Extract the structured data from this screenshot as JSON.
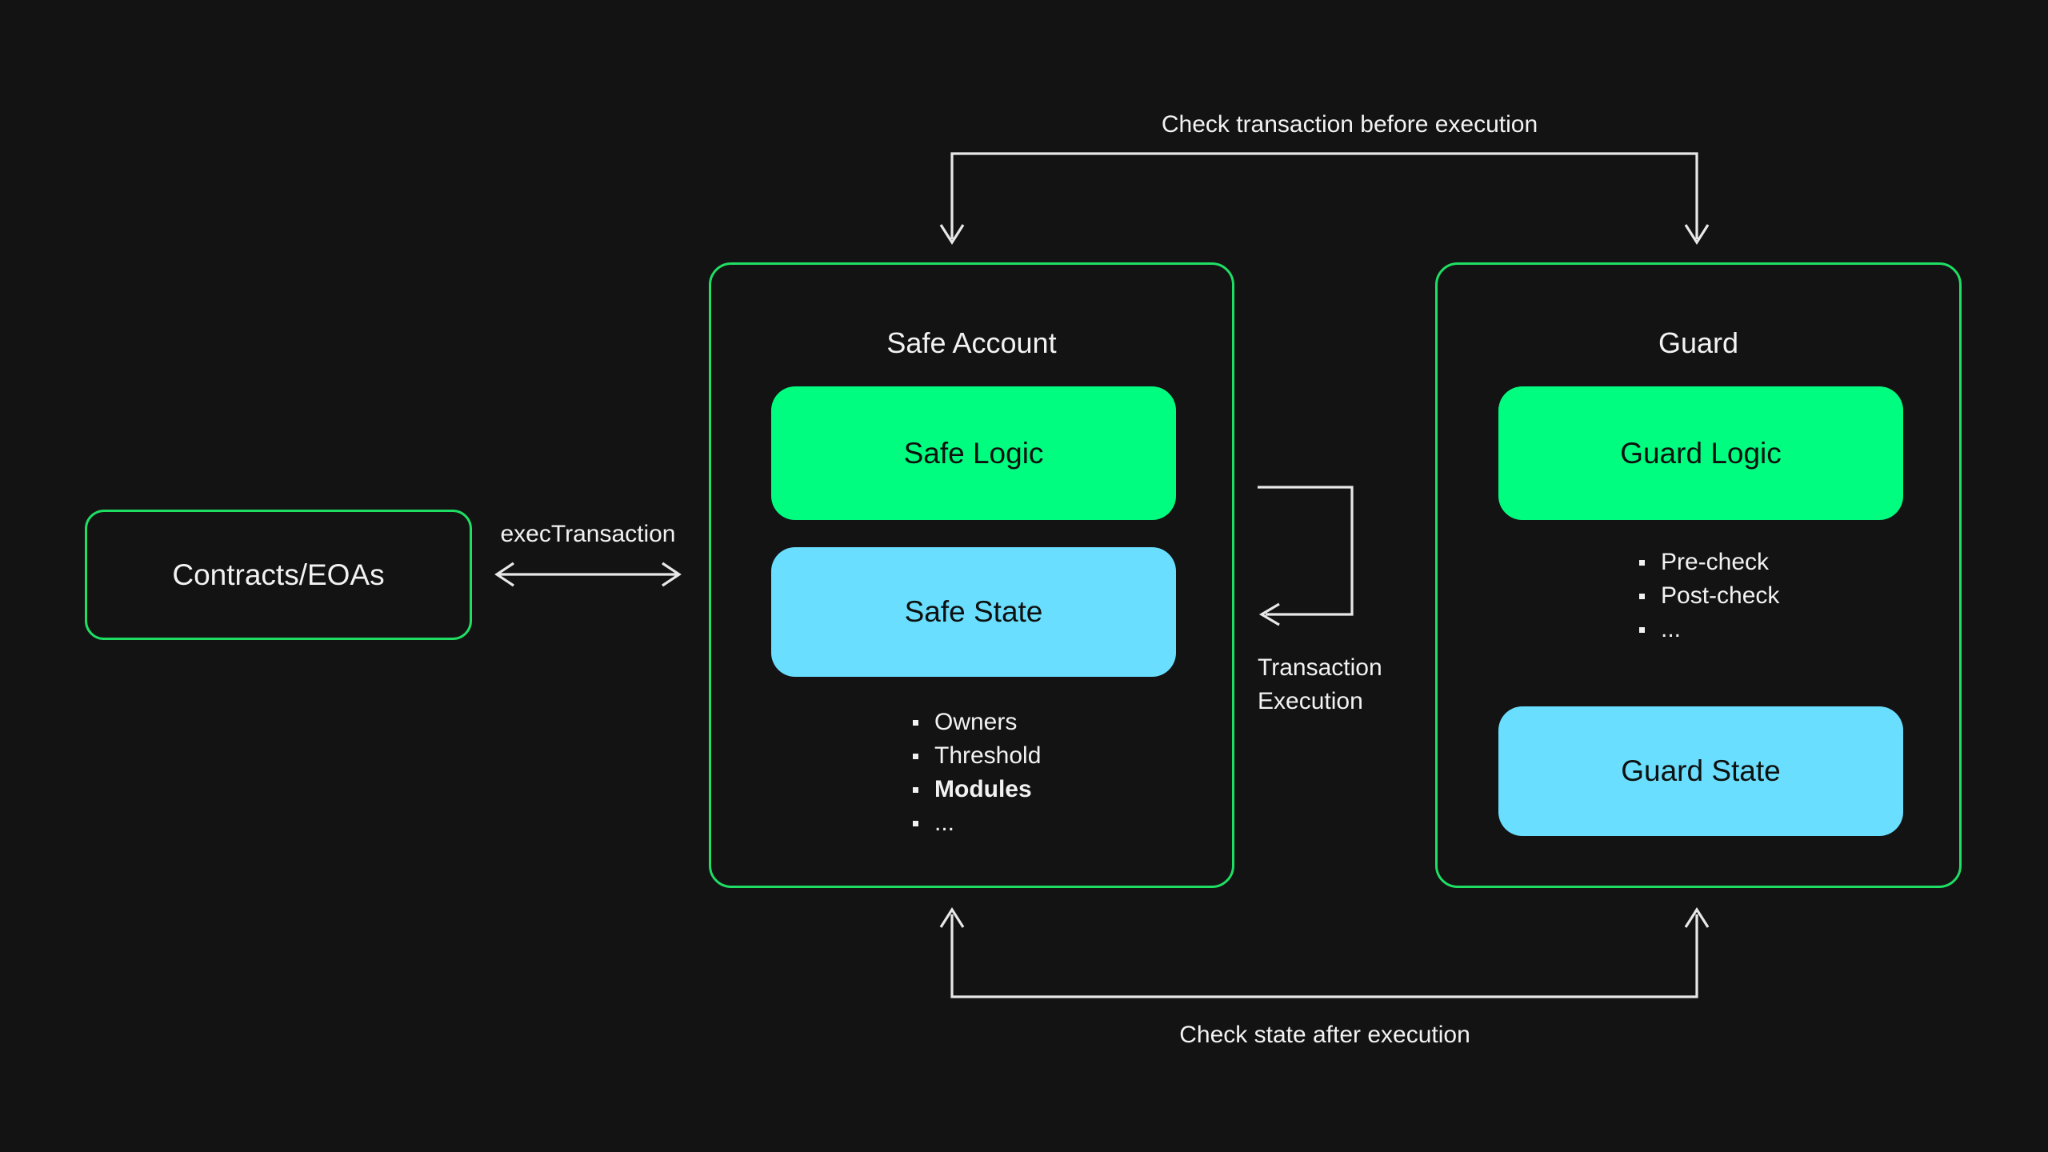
{
  "colors": {
    "background": "#131313",
    "outline_green": "#1FDE64",
    "fill_green": "#00FD80",
    "fill_cyan": "#6ADEFF",
    "text_light": "#F2F2F2",
    "text_dark": "#0D100E",
    "arrow": "#E8E8E8"
  },
  "contracts_box": {
    "label": "Contracts/EOAs"
  },
  "safe_account_box": {
    "title": "Safe Account",
    "logic_label": "Safe Logic",
    "state_label": "Safe State",
    "state_details": [
      "Owners",
      "Threshold",
      "Modules",
      "..."
    ]
  },
  "guard_box": {
    "title": "Guard",
    "logic_label": "Guard Logic",
    "logic_details": [
      "Pre-check",
      "Post-check",
      "..."
    ],
    "state_label": "Guard State"
  },
  "arrow_labels": {
    "exec_transaction": "execTransaction",
    "check_before": "Check transaction before execution",
    "check_after": "Check state after execution",
    "transaction_execution": [
      "Transaction",
      "Execution"
    ]
  }
}
